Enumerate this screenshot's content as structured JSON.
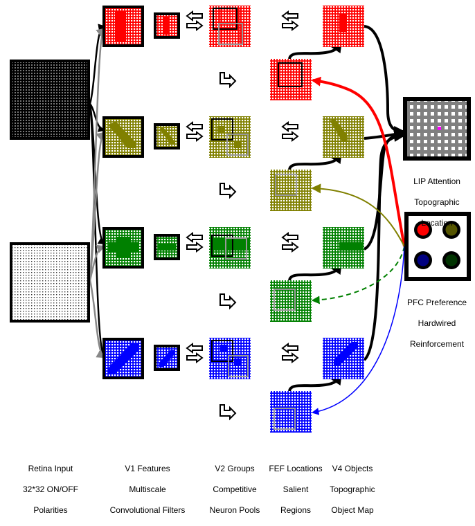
{
  "retina": {
    "label_line1": "Retina Input",
    "label_line2": "32*32 ON/OFF",
    "label_line3": "Polarities"
  },
  "v1": {
    "label_line1": "V1 Features",
    "label_line2": "Multiscale",
    "label_line3": "Convolutional Filters"
  },
  "v2": {
    "label_line1": "V2 Groups",
    "label_line2": "Competitive",
    "label_line3": "Neuron Pools"
  },
  "fef": {
    "label_line1": "FEF Locations",
    "label_line2": "Salient",
    "label_line3": "Regions"
  },
  "v4": {
    "label_line1": "V4 Objects",
    "label_line2": "Topographic",
    "label_line3": "Object Map"
  },
  "lip": {
    "label_line1": "LIP Attention",
    "label_line2": "Topographic",
    "label_line3": "Location"
  },
  "pfc": {
    "label_line1": "PFC Preference",
    "label_line2": "Hardwired",
    "label_line3": "Reinforcement"
  },
  "colors": {
    "red": "#ff0000",
    "olive": "#808000",
    "green": "#008000",
    "blue": "#0000ff",
    "pfc_red": "#ff0000",
    "pfc_olive": "#555500",
    "pfc_navy": "#000080",
    "pfc_darkgreen": "#003300",
    "lip_dot": "#ff00ff",
    "lip_bg": "#808080"
  }
}
